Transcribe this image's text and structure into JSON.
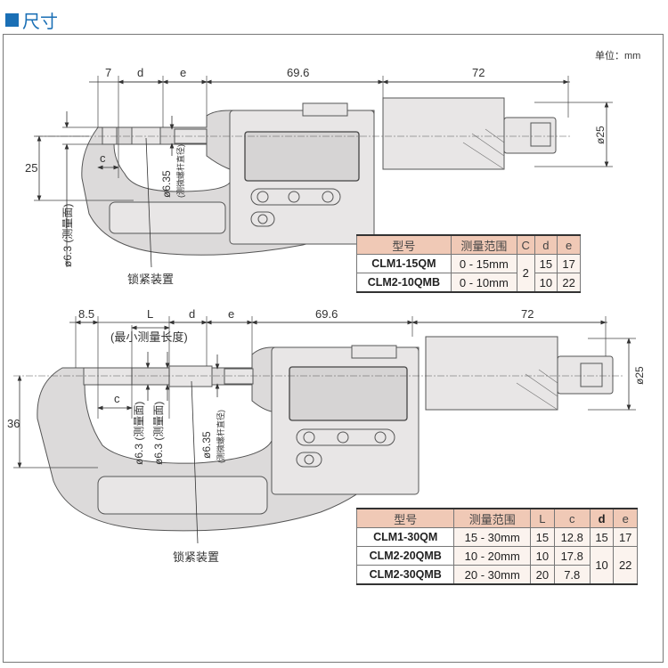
{
  "title": "尺寸",
  "unit_label": "单位：mm",
  "top_diagram": {
    "dims": {
      "a": "7",
      "d": "d",
      "e": "e",
      "len1": "69.6",
      "len2": "72",
      "height": "25",
      "dia_face": "ø6.3 (测量面)",
      "dia_spindle": "ø6.35",
      "dia_spindle_note": "(测微螺杆直径)",
      "c": "c",
      "dia_thimble": "ø25"
    },
    "lock_label": "锁紧装置"
  },
  "bottom_diagram": {
    "dims": {
      "a": "8.5",
      "L": "L",
      "d": "d",
      "e": "e",
      "len1": "69.6",
      "len2": "72",
      "min_len": "(最小测量长度)",
      "height": "36",
      "dia_face1": "ø6.3 (测量面)",
      "dia_face2": "ø6.3 (测量面)",
      "dia_spindle": "ø6.35",
      "dia_spindle_note": "(测微螺杆直径)",
      "c": "c",
      "dia_thimble": "ø25"
    },
    "lock_label": "锁紧装置"
  },
  "table1": {
    "headers": [
      "型号",
      "测量范围",
      "C",
      "d",
      "e"
    ],
    "rows": [
      {
        "model": "CLM1-15QM",
        "range": "0 - 15mm",
        "c": "2",
        "d": "15",
        "e": "17"
      },
      {
        "model": "CLM2-10QMB",
        "range": "0 - 10mm",
        "d": "10",
        "e": "22"
      }
    ]
  },
  "table2": {
    "headers": [
      "型号",
      "测量范围",
      "L",
      "c",
      "d",
      "e"
    ],
    "rows": [
      {
        "model": "CLM1-30QM",
        "range": "15 - 30mm",
        "L": "15",
        "c": "12.8",
        "d": "15",
        "e": "17"
      },
      {
        "model": "CLM2-20QMB",
        "range": "10 - 20mm",
        "L": "10",
        "c": "17.8",
        "d": "10",
        "e": "22"
      },
      {
        "model": "CLM2-30QMB",
        "range": "20 - 30mm",
        "L": "20",
        "c": "7.8"
      }
    ]
  }
}
